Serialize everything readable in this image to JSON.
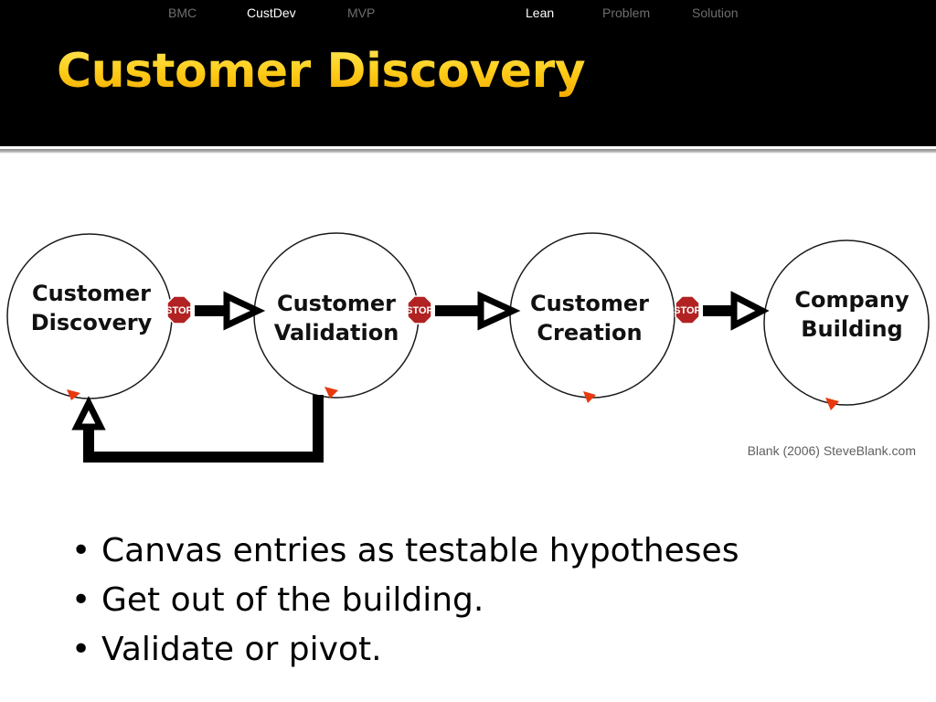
{
  "nav": {
    "items": [
      {
        "label": "BMC",
        "active": false
      },
      {
        "label": "CustDev",
        "active": true
      },
      {
        "label": "MVP",
        "active": false
      },
      {
        "label": "Lean",
        "active": true
      },
      {
        "label": "Problem",
        "active": false
      },
      {
        "label": "Solution",
        "active": false
      }
    ]
  },
  "slide": {
    "title": "Customer Discovery",
    "colors": {
      "title": "#FFD200",
      "header_bg": "#000000",
      "nav_active": "#FFFFFF",
      "nav_inactive": "#6E6E6E",
      "marker": "#E8390E",
      "stop_sign": "#B22222"
    }
  },
  "diagram": {
    "stages": [
      {
        "line1": "Customer",
        "line2": "Discovery"
      },
      {
        "line1": "Customer",
        "line2": "Validation"
      },
      {
        "line1": "Customer",
        "line2": "Creation"
      },
      {
        "line1": "Company",
        "line2": "Building"
      }
    ],
    "stop_label": "STOP",
    "loop_icon": "loop-back-arrow",
    "credit": "Blank (2006) SteveBlank.com"
  },
  "bullets": {
    "items": [
      "Canvas entries as testable hypotheses",
      "Get out of the building.",
      "Validate or pivot."
    ]
  }
}
